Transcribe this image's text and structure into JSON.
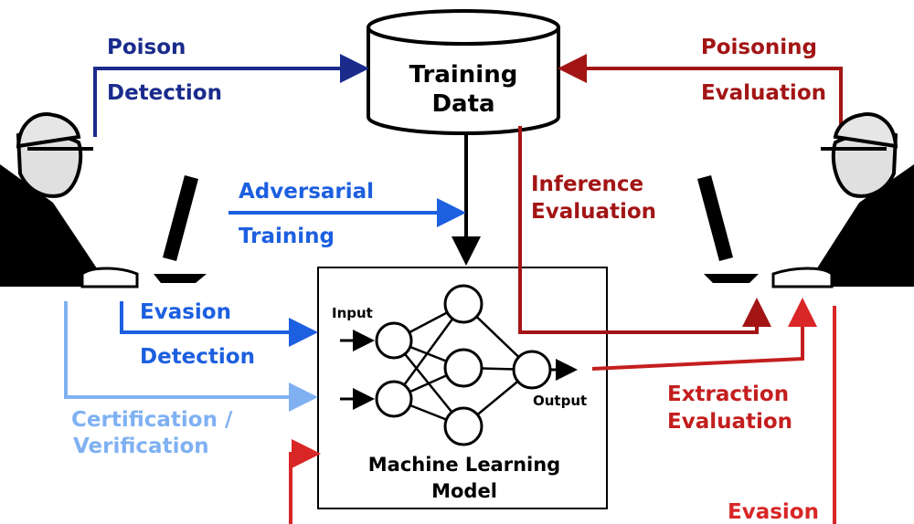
{
  "colors": {
    "black": "#000000",
    "dark_blue": "#1a2b8c",
    "blue": "#1c5fe0",
    "light_blue": "#7fb1f2",
    "dark_red": "#a31515",
    "red": "#d92626"
  },
  "icons": {
    "left_attacker": "hacker-at-computer-icon",
    "right_attacker": "hacker-at-computer-icon"
  },
  "training_data": {
    "line1": "Training",
    "line2": "Data"
  },
  "model": {
    "line1": "Machine Learning",
    "line2": "Model",
    "input_label": "Input",
    "output_label": "Output"
  },
  "defender_labels": {
    "poison_detection": [
      "Poison",
      "Detection"
    ],
    "adversarial_training": [
      "Adversarial",
      "Training"
    ],
    "evasion_detection": [
      "Evasion",
      "Detection"
    ],
    "certification": [
      "Certification /",
      "Verification"
    ]
  },
  "attacker_labels": {
    "poisoning_evaluation": [
      "Poisoning",
      "Evaluation"
    ],
    "inference_evaluation": [
      "Inference",
      "Evaluation"
    ],
    "extraction_evaluation": [
      "Extraction",
      "Evaluation"
    ],
    "evasion": "Evasion"
  }
}
